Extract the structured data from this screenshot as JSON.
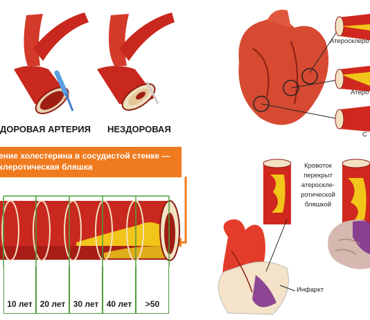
{
  "top_left": {
    "healthy_caption": "ДОРОВАЯ АРТЕРИЯ",
    "unhealthy_caption": "НЕЗДОРОВАЯ"
  },
  "top_right": {
    "callout_1": "Атеросклеро",
    "callout_2": "Атеро",
    "callout_3": "С"
  },
  "bottom_left": {
    "banner_line_1": "ение холестерина в сосудистой стенке —",
    "banner_line_2": "клеротическая бляшка",
    "ages": [
      "10 лет",
      "20 лет",
      "30 лет",
      "40 лет",
      ">50"
    ]
  },
  "bottom_right": {
    "block_lines": [
      "Кровоток",
      "перекрыт",
      "атероскле-",
      "ротической",
      "бляшкой"
    ],
    "infarct_label": "Инфаркт"
  },
  "colors": {
    "artery_red": "#c8281e",
    "plaque_yellow": "#f2c51a",
    "banner_orange": "#f07a1e",
    "box_green": "#4a9d3a"
  }
}
